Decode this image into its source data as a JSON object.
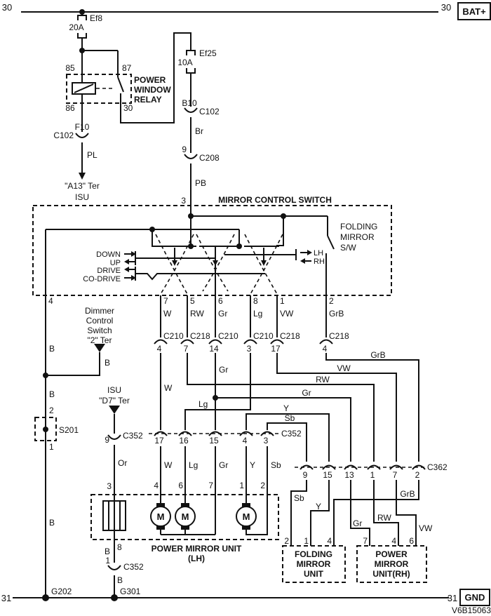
{
  "rails": {
    "top_left": "30",
    "top_right": "30",
    "battery": "BAT+",
    "bottom_left": "31",
    "bottom_right": "31",
    "ground": "GND"
  },
  "diagram_id": "V6B15063",
  "power": {
    "fuse1": {
      "name": "Ef8",
      "rating": "20A"
    },
    "fuse2": {
      "name": "Ef25",
      "rating": "10A"
    },
    "relay": {
      "line1": "POWER",
      "line2": "WINDOW",
      "line3": "RELAY",
      "pin_85": "85",
      "pin_87": "87",
      "pin_86": "86",
      "pin_30": "30"
    },
    "f10": {
      "name": "F10",
      "connector": "C102",
      "wire": "PL",
      "dest1": "\"A13\" Ter",
      "dest2": "ISU"
    },
    "b10": {
      "name": "B10",
      "connector": "C102",
      "wire": "Br"
    },
    "c208": {
      "pin": "9",
      "name": "C208",
      "wire": "PB",
      "switch_pin": "3"
    }
  },
  "sw": {
    "title": "MIRROR CONTROL SWITCH",
    "folding": {
      "line1": "FOLDING",
      "line2": "MIRROR",
      "line3": "S/W"
    },
    "dir": {
      "down": "DOWN",
      "up": "UP",
      "drive": "DRIVE",
      "co_drive": "CO-DRIVE",
      "lh": "LH",
      "rh": "RH"
    },
    "ground_pin": "4",
    "outputs": [
      {
        "pin": "7",
        "wire": "W",
        "connector": "C210",
        "connector_pin": "4"
      },
      {
        "pin": "5",
        "wire": "RW",
        "connector": "C218",
        "connector_pin": "7"
      },
      {
        "pin": "6",
        "wire": "Gr",
        "connector": "C210",
        "connector_pin": "14"
      },
      {
        "pin": "8",
        "wire": "Lg",
        "connector": "C210",
        "connector_pin": "3"
      },
      {
        "pin": "1",
        "wire": "VW",
        "connector": "C218",
        "connector_pin": "17"
      },
      {
        "pin": "2",
        "wire": "GrB",
        "connector": "C218",
        "connector_pin": "4"
      }
    ]
  },
  "left": {
    "b1": "B",
    "b2": "B",
    "b3": "B",
    "dimmer": {
      "line1": "Dimmer",
      "line2": "Control",
      "line3": "Switch",
      "line4": "\"2\" Ter",
      "wire": "B"
    },
    "s201": {
      "name": "S201",
      "pin_top": "2",
      "pin_bottom": "1"
    },
    "ground": "G202"
  },
  "isu": {
    "line1": "ISU",
    "line2": "\"D7\" Ter",
    "pin": "9",
    "connector": "C352",
    "wire": "Or",
    "unit_pin": "3"
  },
  "c352": {
    "name": "C352",
    "pins": [
      {
        "pin": "17",
        "wire": "W",
        "unit_pin": "4"
      },
      {
        "pin": "16",
        "wire": "Lg",
        "unit_pin": "6"
      },
      {
        "pin": "15",
        "wire": "Gr",
        "unit_pin": "7"
      },
      {
        "pin": "4",
        "wire": "Y",
        "unit_pin": "1"
      },
      {
        "pin": "3",
        "wire": "Sb",
        "unit_pin": "2"
      }
    ]
  },
  "c362": {
    "name": "C362",
    "pins": [
      {
        "pin": "9",
        "wire": "Sb",
        "unit_pin": "2"
      },
      {
        "pin": "15",
        "wire": "Y",
        "unit_pin": "1"
      },
      {
        "pin": "13",
        "wire": "Gr",
        "unit_pin": "7"
      },
      {
        "pin": "1",
        "wire": "RW",
        "unit_pin": "4"
      },
      {
        "pin": "7",
        "wire": "VW",
        "unit_pin": "6"
      },
      {
        "pin": "2",
        "wire": "GrB",
        "unit_pin": "4"
      }
    ]
  },
  "lh": {
    "title": "POWER MIRROR UNIT",
    "subtitle": "(LH)",
    "motor": "M",
    "ground_pin": "8",
    "gw1": "B",
    "gc_pin": "1",
    "gc": "C352",
    "gw2": "B",
    "ground": "G301"
  },
  "fold": {
    "line1": "FOLDING",
    "line2": "MIRROR",
    "line3": "UNIT"
  },
  "rh": {
    "line1": "POWER",
    "line2": "MIRROR",
    "line3": "UNIT(RH)"
  }
}
